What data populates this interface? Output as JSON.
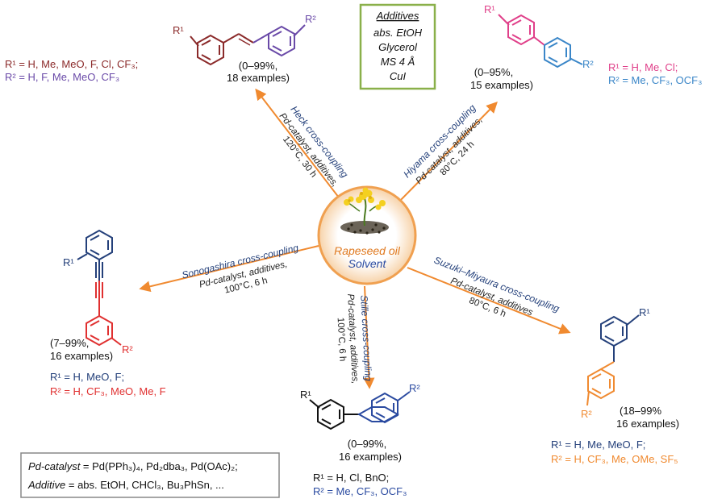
{
  "center": {
    "line1": "Rapeseed oil",
    "line2": "Solvent"
  },
  "additives_box": {
    "title": "Additives",
    "items": [
      "abs. EtOH",
      "Glycerol",
      "MS 4 Å",
      "CuI"
    ]
  },
  "footnote": {
    "line1_label": "Pd-catalyst",
    "line1_rest": " = Pd(PPh₃)₄, Pd₂dba₃, Pd(OAc)₂;",
    "line2_label": "Additive",
    "line2_rest": " = abs. EtOH, CHCl₃, Bu₃PhSn, ..."
  },
  "reactions": [
    {
      "id": "heck",
      "name": "Heck cross-coupling",
      "conditions": [
        "Pd-catalyst, additives,",
        "120°C, 30 h"
      ],
      "yield": "(0–99%,",
      "examples": "18 examples)",
      "r1": "R¹ = H, Me, MeO, F, Cl, CF₃;",
      "r2": "R² = H, F, Me, MeO, CF₃",
      "r1_color": "#8b2a2a",
      "r2_color": "#6a4aa8"
    },
    {
      "id": "hiyama",
      "name": "Hiyama cross-coupling",
      "conditions": [
        "Pd-catalyst, additives,",
        "80°C, 24 h"
      ],
      "yield": "(0–95%,",
      "examples": "15 examples)",
      "r1": "R¹ = H, Me, Cl;",
      "r2": "R² = Me, CF₃, OCF₃",
      "r1_color": "#e0408a",
      "r2_color": "#3a86c8"
    },
    {
      "id": "sonogashira",
      "name": "Sonogashira cross-coupling",
      "conditions": [
        "Pd-catalyst, additives,",
        "100°C, 6 h"
      ],
      "yield": "(7–99%,",
      "examples": "16 examples)",
      "r1": "R¹ = H, MeO, F;",
      "r2": "R² = H, CF₃, MeO, Me, F",
      "r1_color": "#24407a",
      "r2_color": "#e03030"
    },
    {
      "id": "stille",
      "name": "Stille cross-coupling",
      "conditions": [
        "Pd-catalyst, additives,",
        "100°C, 6 h"
      ],
      "yield": "(0–99%,",
      "examples": "16 examples)",
      "r1": "R¹ = H, Cl, BnO;",
      "r2": "R² = Me, CF₃, OCF₃",
      "r1_color": "#111111",
      "r2_color": "#2a4aa0"
    },
    {
      "id": "suzuki",
      "name": "Suzuki–Miyaura cross-coupling",
      "conditions": [
        "Pd-catalyst, additives",
        "80°C, 6 h"
      ],
      "yield": "(18–99%",
      "examples": "16 examples)",
      "r1": "R¹ = H, Me, MeO, F;",
      "r2": "R² = H, CF₃, Me, OMe, SF₅",
      "r1_color": "#24407a",
      "r2_color": "#f08a30"
    }
  ],
  "ring_labels": {
    "r1": "R¹",
    "r2": "R²"
  },
  "colors": {
    "arrow": "#f08a30",
    "center_ring": "#f0a050",
    "center_text": "#e07a20",
    "center_text2": "#2a4aa0",
    "additives_border": "#8ab04a",
    "reaction_name": "#24407a"
  }
}
